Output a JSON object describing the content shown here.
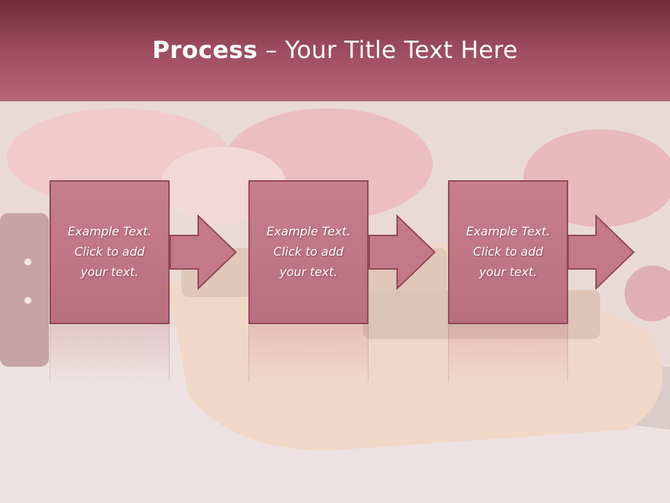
{
  "title": {
    "bold": "Process",
    "rest": " – Your Title Text Here"
  },
  "colors": {
    "band_dark": "#6e2b3b",
    "band_light": "#b86677",
    "box_fill": "#c77f8c",
    "box_border": "#8f4655"
  },
  "steps": [
    {
      "line1": "Example Text.",
      "line2": "Click  to add",
      "line3": "your text."
    },
    {
      "line1": "Example Text.",
      "line2": "Click  to add",
      "line3": "your text."
    },
    {
      "line1": "Example Text.",
      "line2": "Click  to add",
      "line3": "your text."
    }
  ],
  "icons": {
    "connector": "right-arrow-icon"
  }
}
